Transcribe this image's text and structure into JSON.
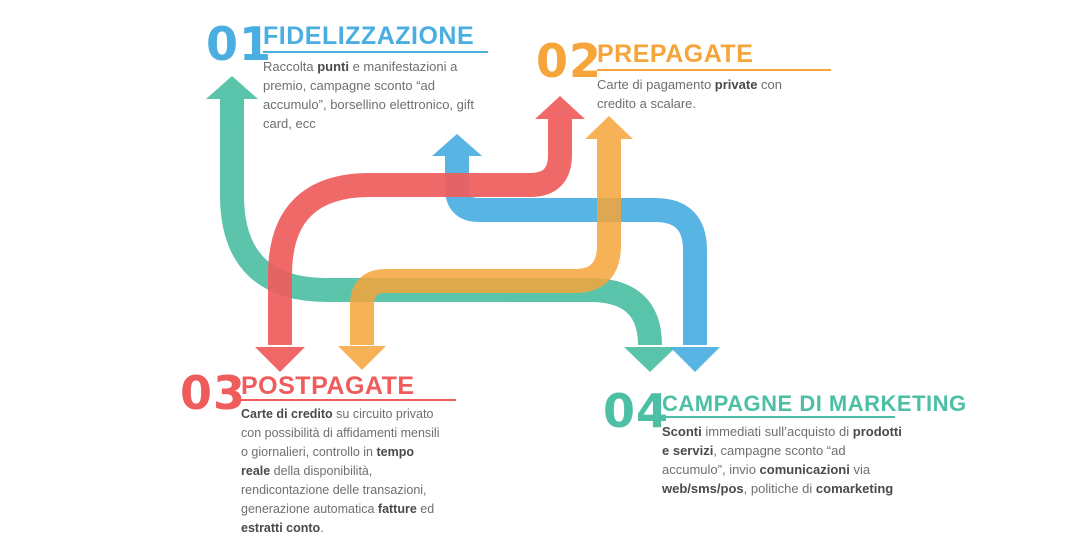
{
  "colors": {
    "teal": "#4dbfa4",
    "red": "#ef5c5c",
    "blue": "#4aaee0",
    "orange": "#f6a53a"
  },
  "sections": [
    {
      "number": "01",
      "title": "FIDELIZZAZIONE",
      "color": "#4aaee0",
      "description": [
        {
          "t": "Raccolta "
        },
        {
          "t": "punti",
          "b": true
        },
        {
          "t": " e manifestazioni a premio, campagne sconto “ad accumulo”, borsellino elettronico, gift card, ecc"
        }
      ]
    },
    {
      "number": "02",
      "title": "PREPAGATE",
      "color": "#f6a53a",
      "description": [
        {
          "t": "Carte di pagamento "
        },
        {
          "t": "private",
          "b": true
        },
        {
          "t": " con credito a scalare."
        }
      ]
    },
    {
      "number": "03",
      "title": "POSTPAGATE",
      "color": "#ef5c5c",
      "description": [
        {
          "t": "Carte di credito",
          "b": true
        },
        {
          "t": " su circuito privato con possibilità di affidamenti mensili o giornalieri, controllo in "
        },
        {
          "t": "tempo reale",
          "b": true
        },
        {
          "t": " della disponibilità, rendicontazione delle transazioni, generazione automatica "
        },
        {
          "t": "fatture",
          "b": true
        },
        {
          "t": " ed "
        },
        {
          "t": "estratti conto",
          "b": true
        },
        {
          "t": "."
        }
      ]
    },
    {
      "number": "04",
      "title": "CAMPAGNE DI MARKETING",
      "color": "#4dbfa4",
      "description": [
        {
          "t": "Sconti",
          "b": true
        },
        {
          "t": " immediati sull’acquisto di "
        },
        {
          "t": "prodotti e servizi",
          "b": true
        },
        {
          "t": ", campagne sconto “ad accumulo”, invio "
        },
        {
          "t": "comunicazioni",
          "b": true
        },
        {
          "t": " via "
        },
        {
          "t": "web/sms/pos",
          "b": true
        },
        {
          "t": ", politiche di "
        },
        {
          "t": "comarketing",
          "b": true
        }
      ]
    }
  ]
}
